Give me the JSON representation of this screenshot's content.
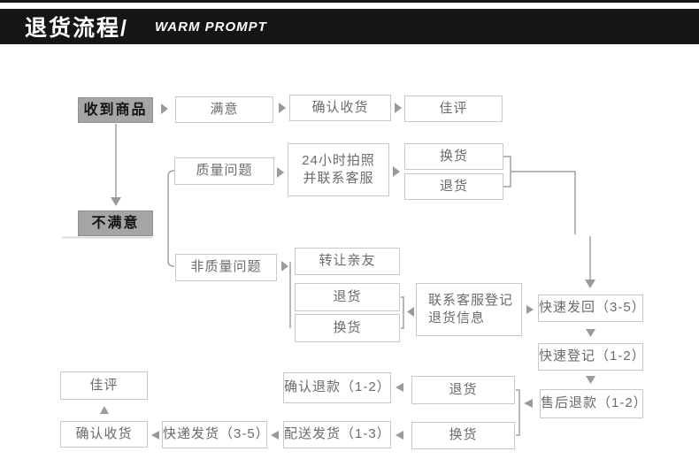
{
  "header": {
    "title": "退货流程/",
    "subtitle": "WARM PROMPT"
  },
  "colors": {
    "header_bg": "#151515",
    "gray_node_bg": "#a5a5a5",
    "node_border": "#c8c8c8",
    "node_text": "#6b6b6b",
    "connector": "#a0a0a0"
  },
  "flowchart": {
    "nodes": [
      {
        "id": "received-goods",
        "label": "收到商品",
        "type": "start"
      },
      {
        "id": "satisfied",
        "label": "满意",
        "type": "step"
      },
      {
        "id": "confirm-receipt",
        "label": "确认收货",
        "type": "step"
      },
      {
        "id": "good-review",
        "label": "佳评",
        "type": "step"
      },
      {
        "id": "quality-problem",
        "label": "质量问题",
        "type": "step"
      },
      {
        "id": "photo-24h-contact",
        "label": "24小时拍照\n并联系客服",
        "type": "step"
      },
      {
        "id": "exchange-quality",
        "label": "换货",
        "type": "step"
      },
      {
        "id": "return-quality",
        "label": "退货",
        "type": "step"
      },
      {
        "id": "unsatisfied",
        "label": "不满意",
        "type": "start"
      },
      {
        "id": "non-quality-problem",
        "label": "非质量问题",
        "type": "step"
      },
      {
        "id": "transfer-friends",
        "label": "转让亲友",
        "type": "step"
      },
      {
        "id": "return-nonquality",
        "label": "退货",
        "type": "step"
      },
      {
        "id": "exchange-nonquality",
        "label": "换货",
        "type": "step"
      },
      {
        "id": "contact-service",
        "label": "联系客服登记\n退货信息",
        "type": "step"
      },
      {
        "id": "fast-sendback",
        "label": "快速发回（3-5）",
        "type": "step"
      },
      {
        "id": "fast-register",
        "label": "快速登记（1-2）",
        "type": "step"
      },
      {
        "id": "aftersale-refund",
        "label": "售后退款（1-2）",
        "type": "step"
      },
      {
        "id": "return-bottom",
        "label": "退货",
        "type": "step"
      },
      {
        "id": "exchange-bottom",
        "label": "换货",
        "type": "step"
      },
      {
        "id": "confirm-refund",
        "label": "确认退款（1-2）",
        "type": "step"
      },
      {
        "id": "delivery-dispatch",
        "label": "配送发货（1-3）",
        "type": "step"
      },
      {
        "id": "express-dispatch",
        "label": "快递发货（3-5）",
        "type": "step"
      },
      {
        "id": "confirm-receipt-2",
        "label": "确认收货",
        "type": "step"
      },
      {
        "id": "good-review-2",
        "label": "佳评",
        "type": "step"
      }
    ]
  }
}
